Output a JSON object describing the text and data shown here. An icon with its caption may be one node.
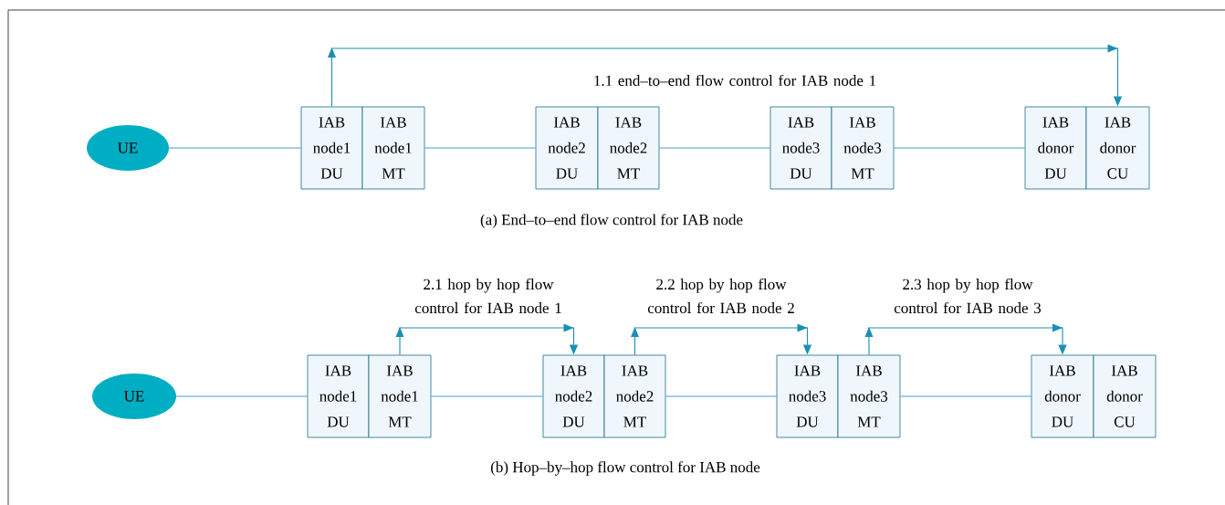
{
  "diagram": {
    "nodes": [
      {
        "text": [
          "UE"
        ]
      },
      {
        "text": [
          "IAB node1 DU"
        ]
      },
      {
        "text": [
          "IAB node1 MT"
        ]
      },
      {
        "text": [
          "IAB node2 DU"
        ]
      },
      {
        "text": [
          "IAB node2 MT"
        ]
      },
      {
        "text": [
          "IAB node3 DU"
        ]
      },
      {
        "text": [
          "IAB node3 MT"
        ]
      },
      {
        "text": [
          "IAB donor DU"
        ]
      },
      {
        "text": [
          "IAB donor CU"
        ]
      },
      {
        "text": [
          "UE"
        ]
      },
      {
        "text": [
          "IAB node1 DU"
        ]
      },
      {
        "text": [
          "IAB node1 MT"
        ]
      },
      {
        "text": [
          "IAB node2 DU"
        ]
      },
      {
        "text": [
          "IAB node2 MT"
        ]
      },
      {
        "text": [
          "IAB node3 DU"
        ]
      },
      {
        "text": [
          "IAB node3 MT"
        ]
      },
      {
        "text": [
          "IAB donor DU"
        ]
      },
      {
        "text": [
          "IAB donor CU"
        ]
      }
    ],
    "edges": [
      {
        "from": 0,
        "to": 1,
        "arrow": "none"
      },
      {
        "from": 2,
        "to": 3,
        "arrow": "none"
      },
      {
        "from": 4,
        "to": 5,
        "arrow": "none"
      },
      {
        "from": 6,
        "to": 7,
        "arrow": "none"
      },
      {
        "from": 1,
        "to": 8,
        "arrow": "to",
        "label": "1.1 end–to–end flow control for IAB node 1",
        "color": "#1a8fb5"
      },
      {
        "from": 9,
        "to": 10,
        "arrow": "none"
      },
      {
        "from": 11,
        "to": 12,
        "arrow": "none"
      },
      {
        "from": 13,
        "to": 14,
        "arrow": "none"
      },
      {
        "from": 15,
        "to": 16,
        "arrow": "none"
      },
      {
        "from": 11,
        "to": 12,
        "arrow": "to",
        "label": "2.1 hop by hop flow control for IAB node 1",
        "color": "#1a8fb5"
      },
      {
        "from": 13,
        "to": 14,
        "arrow": "to",
        "label": "2.2 hop by hop flow control for IAB node 2",
        "color": "#1a8fb5"
      },
      {
        "from": 15,
        "to": 16,
        "arrow": "to",
        "label": "2.3 hop by hop flow control for IAB node 3",
        "color": "#1a8fb5"
      }
    ],
    "labels": [
      "(a) End–to–end flow control for IAB node",
      "(b) Hop–by–hop flow control for IAB node"
    ]
  }
}
